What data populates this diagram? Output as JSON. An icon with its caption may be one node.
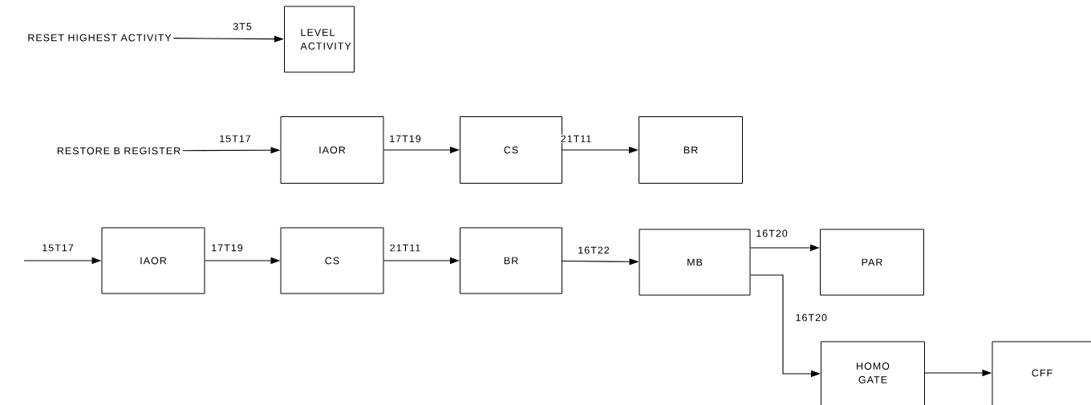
{
  "diagram": {
    "nodes": [
      {
        "text": [
          "RESET HIGHEST ACTIVITY"
        ]
      },
      {
        "text": [
          "LEVEL ACTIVITY"
        ]
      },
      {
        "text": [
          "RESTORE B REGISTER"
        ]
      },
      {
        "text": [
          "IAOR"
        ]
      },
      {
        "text": [
          "CS"
        ]
      },
      {
        "text": [
          "BR"
        ]
      },
      {
        "text": [
          "IAOR"
        ]
      },
      {
        "text": [
          "CS"
        ]
      },
      {
        "text": [
          "BR"
        ]
      },
      {
        "text": [
          "MB"
        ]
      },
      {
        "text": [
          "PAR"
        ]
      },
      {
        "text": [
          "HOMO GATE"
        ]
      },
      {
        "text": [
          "CFF"
        ]
      }
    ],
    "edges": [
      {
        "from": 0,
        "to": 1,
        "arrow": "to",
        "label": "3T5"
      },
      {
        "from": 2,
        "to": 3,
        "arrow": "to",
        "label": "15T17"
      },
      {
        "from": 3,
        "to": 4,
        "arrow": "to",
        "label": "17T19"
      },
      {
        "from": 4,
        "to": 5,
        "arrow": "to",
        "label": "21T11"
      },
      {
        "from": null,
        "to": 6,
        "arrow": "to",
        "label": "15T17"
      },
      {
        "from": 6,
        "to": 7,
        "arrow": "to",
        "label": "17T19"
      },
      {
        "from": 7,
        "to": 8,
        "arrow": "to",
        "label": "21T11"
      },
      {
        "from": 8,
        "to": 9,
        "arrow": "to",
        "label": "16T22"
      },
      {
        "from": 9,
        "to": 10,
        "arrow": "to",
        "label": "16T20"
      },
      {
        "from": 9,
        "to": 11,
        "arrow": "to",
        "label": "16T20"
      },
      {
        "from": 11,
        "to": 12,
        "arrow": "to"
      }
    ]
  }
}
